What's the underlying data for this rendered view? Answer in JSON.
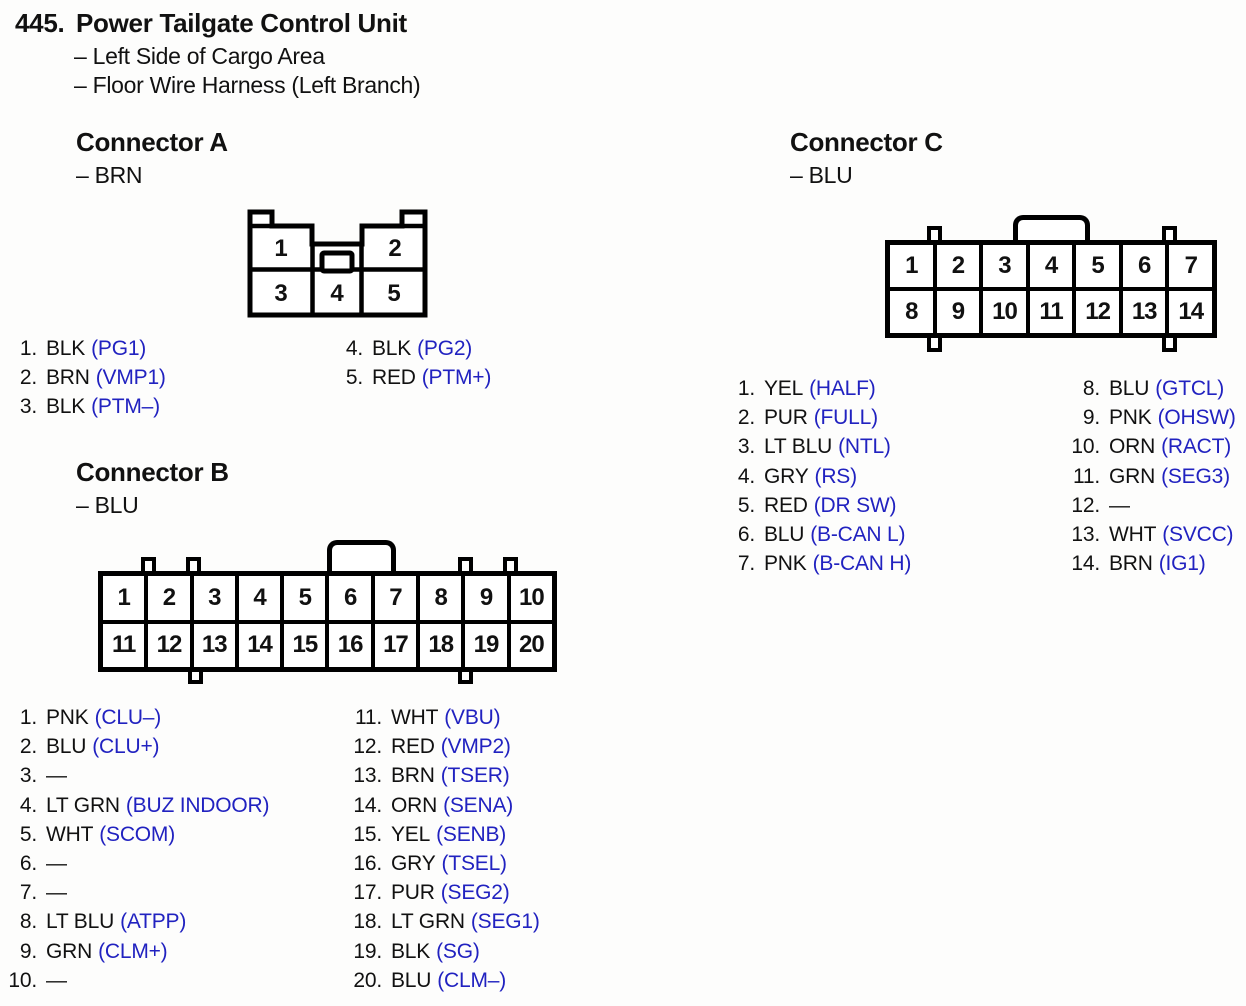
{
  "page": {
    "number": "445.",
    "title": "Power Tailgate Control Unit",
    "locations": [
      "– Left Side of Cargo Area",
      "– Floor Wire Harness (Left Branch)"
    ]
  },
  "colors": {
    "signal_blue": "#2122c0",
    "ink": "#111111",
    "paper": "#fdfdfc"
  },
  "connectors": {
    "a": {
      "title": "Connector A",
      "housing_color": "– BRN",
      "cells": [
        "1",
        "2",
        "3",
        "4",
        "5"
      ],
      "pins_col1": [
        {
          "n": "1.",
          "wire": "BLK",
          "signal": "(PG1)"
        },
        {
          "n": "2.",
          "wire": "BRN",
          "signal": "(VMP1)"
        },
        {
          "n": "3.",
          "wire": "BLK",
          "signal": "(PTM–)"
        }
      ],
      "pins_col2": [
        {
          "n": "4.",
          "wire": "BLK",
          "signal": "(PG2)"
        },
        {
          "n": "5.",
          "wire": "RED",
          "signal": "(PTM+)"
        }
      ]
    },
    "b": {
      "title": "Connector B",
      "housing_color": "– BLU",
      "cells_top": [
        "1",
        "2",
        "3",
        "4",
        "5",
        "6",
        "7",
        "8",
        "9",
        "10"
      ],
      "cells_bottom": [
        "11",
        "12",
        "13",
        "14",
        "15",
        "16",
        "17",
        "18",
        "19",
        "20"
      ],
      "pins_col1": [
        {
          "n": "1.",
          "wire": "PNK",
          "signal": "(CLU–)"
        },
        {
          "n": "2.",
          "wire": "BLU",
          "signal": "(CLU+)"
        },
        {
          "n": "3.",
          "wire": "—",
          "signal": ""
        },
        {
          "n": "4.",
          "wire": "LT GRN",
          "signal": "(BUZ INDOOR)"
        },
        {
          "n": "5.",
          "wire": "WHT",
          "signal": "(SCOM)"
        },
        {
          "n": "6.",
          "wire": "—",
          "signal": ""
        },
        {
          "n": "7.",
          "wire": "—",
          "signal": ""
        },
        {
          "n": "8.",
          "wire": "LT BLU",
          "signal": "(ATPP)"
        },
        {
          "n": "9.",
          "wire": "GRN",
          "signal": "(CLM+)"
        },
        {
          "n": "10.",
          "wire": "—",
          "signal": ""
        }
      ],
      "pins_col2": [
        {
          "n": "11.",
          "wire": "WHT",
          "signal": "(VBU)"
        },
        {
          "n": "12.",
          "wire": "RED",
          "signal": "(VMP2)"
        },
        {
          "n": "13.",
          "wire": "BRN",
          "signal": "(TSER)"
        },
        {
          "n": "14.",
          "wire": "ORN",
          "signal": "(SENA)"
        },
        {
          "n": "15.",
          "wire": "YEL",
          "signal": "(SENB)"
        },
        {
          "n": "16.",
          "wire": "GRY",
          "signal": "(TSEL)"
        },
        {
          "n": "17.",
          "wire": "PUR",
          "signal": "(SEG2)"
        },
        {
          "n": "18.",
          "wire": "LT GRN",
          "signal": "(SEG1)"
        },
        {
          "n": "19.",
          "wire": "BLK",
          "signal": "(SG)"
        },
        {
          "n": "20.",
          "wire": "BLU",
          "signal": "(CLM–)"
        }
      ]
    },
    "c": {
      "title": "Connector C",
      "housing_color": "– BLU",
      "cells_top": [
        "1",
        "2",
        "3",
        "4",
        "5",
        "6",
        "7"
      ],
      "cells_bottom": [
        "8",
        "9",
        "10",
        "11",
        "12",
        "13",
        "14"
      ],
      "pins_col1": [
        {
          "n": "1.",
          "wire": "YEL",
          "signal": "(HALF)"
        },
        {
          "n": "2.",
          "wire": "PUR",
          "signal": "(FULL)"
        },
        {
          "n": "3.",
          "wire": "LT BLU",
          "signal": "(NTL)"
        },
        {
          "n": "4.",
          "wire": "GRY",
          "signal": "(RS)"
        },
        {
          "n": "5.",
          "wire": "RED",
          "signal": "(DR SW)"
        },
        {
          "n": "6.",
          "wire": "BLU",
          "signal": "(B-CAN L)"
        },
        {
          "n": "7.",
          "wire": "PNK",
          "signal": "(B-CAN H)"
        }
      ],
      "pins_col2": [
        {
          "n": "8.",
          "wire": "BLU",
          "signal": "(GTCL)"
        },
        {
          "n": "9.",
          "wire": "PNK",
          "signal": "(OHSW)"
        },
        {
          "n": "10.",
          "wire": "ORN",
          "signal": "(RACT)"
        },
        {
          "n": "11.",
          "wire": "GRN",
          "signal": "(SEG3)"
        },
        {
          "n": "12.",
          "wire": "—",
          "signal": ""
        },
        {
          "n": "13.",
          "wire": "WHT",
          "signal": "(SVCC)"
        },
        {
          "n": "14.",
          "wire": "BRN",
          "signal": "(IG1)"
        }
      ]
    }
  }
}
